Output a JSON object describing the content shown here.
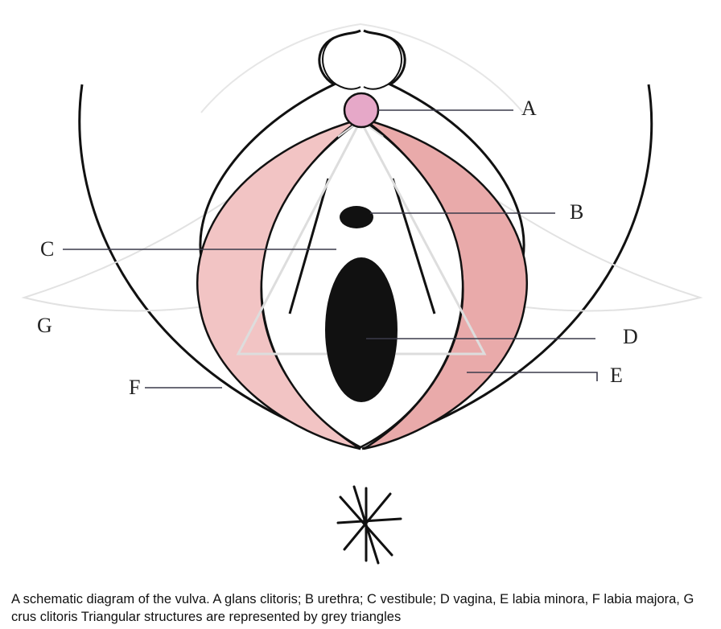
{
  "labels": {
    "A": "A",
    "B": "B",
    "C": "C",
    "D": "D",
    "E": "E",
    "F": "F",
    "G": "G"
  },
  "caption": "A schematic diagram of the vulva. A glans clitoris; B urethra; C vestibule; D vagina, E labia minora, F labia majora, G crus clitoris Triangular structures are represented by grey triangles",
  "colors": {
    "labia_minora_fill": "#f2c4c4",
    "labia_minora_right_fill": "#e9aaaa",
    "glans_fill": "#e6a8c8",
    "opening_fill": "#111111",
    "triangle_stroke": "#dddddd",
    "outline_stroke": "#111111"
  }
}
